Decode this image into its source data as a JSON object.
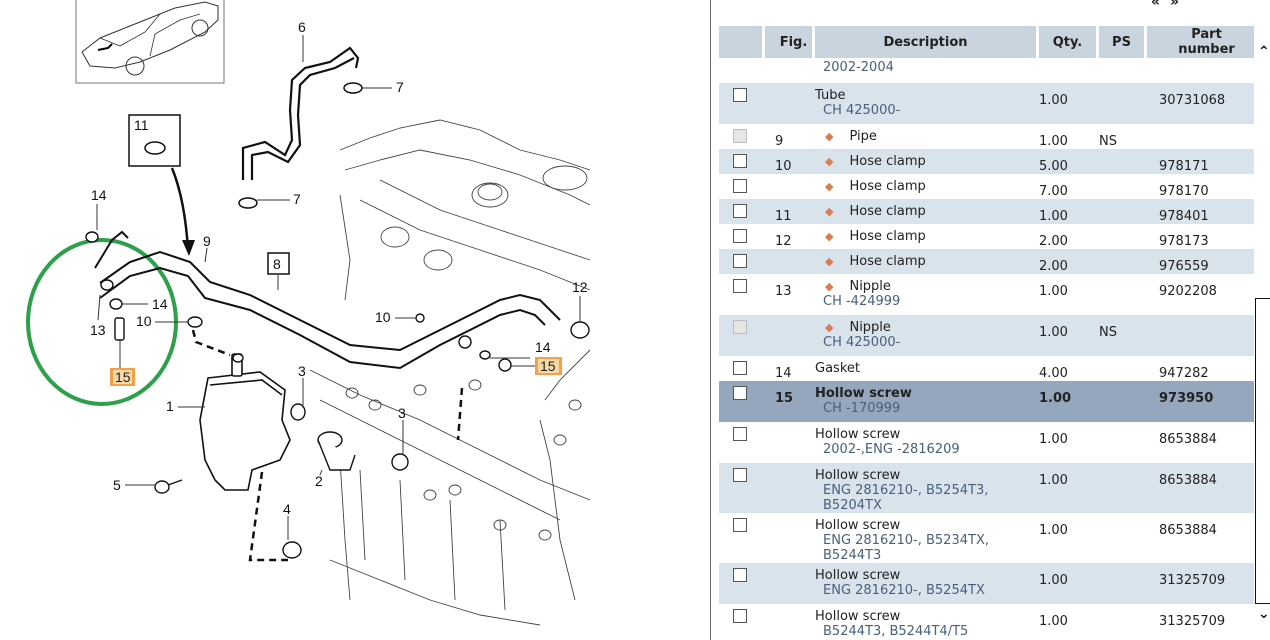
{
  "diagram": {
    "callouts": {
      "c1": "1",
      "c2": "2",
      "c3a": "3",
      "c3b": "3",
      "c4": "4",
      "c5": "5",
      "c6": "6",
      "c7a": "7",
      "c7b": "7",
      "c8": "8",
      "c9": "9",
      "c10a": "10",
      "c10b": "10",
      "c11": "11",
      "c12": "12",
      "c13": "13",
      "c14a": "14",
      "c14b": "14",
      "c14c": "14",
      "c15a": "15",
      "c15b": "15"
    },
    "highlight_color": "#2ea04a",
    "callout_highlight_color": "#f0a04a"
  },
  "panel": {
    "pager": {
      "prev": "«",
      "next": "»"
    },
    "columns": [
      "",
      "Fig.",
      "Description",
      "Qty.",
      "PS",
      "Part\nnumber"
    ],
    "column_labels": {
      "fig": "Fig.",
      "desc": "Description",
      "qty": "Qty.",
      "ps": "PS",
      "part_line1": "Part",
      "part_line2": "number"
    },
    "continuation_note": "2002-2004",
    "rows": [
      {
        "fig": "",
        "bullet": false,
        "desc": "Tube",
        "sub": "CH 425000-",
        "qty": "1.00",
        "ps": "",
        "part": "30731068",
        "disabled": false
      },
      {
        "fig": "9",
        "bullet": true,
        "desc": "Pipe",
        "sub": "",
        "qty": "1.00",
        "ps": "NS",
        "part": "",
        "disabled": true
      },
      {
        "fig": "10",
        "bullet": true,
        "desc": "Hose clamp",
        "sub": "",
        "qty": "5.00",
        "ps": "",
        "part": "978171",
        "disabled": false
      },
      {
        "fig": "",
        "bullet": true,
        "desc": "Hose clamp",
        "sub": "",
        "qty": "7.00",
        "ps": "",
        "part": "978170",
        "disabled": false
      },
      {
        "fig": "11",
        "bullet": true,
        "desc": "Hose clamp",
        "sub": "",
        "qty": "1.00",
        "ps": "",
        "part": "978401",
        "disabled": false
      },
      {
        "fig": "12",
        "bullet": true,
        "desc": "Hose clamp",
        "sub": "",
        "qty": "2.00",
        "ps": "",
        "part": "978173",
        "disabled": false
      },
      {
        "fig": "",
        "bullet": true,
        "desc": "Hose clamp",
        "sub": "",
        "qty": "2.00",
        "ps": "",
        "part": "976559",
        "disabled": false
      },
      {
        "fig": "13",
        "bullet": true,
        "desc": "Nipple",
        "sub": "CH -424999",
        "qty": "1.00",
        "ps": "",
        "part": "9202208",
        "disabled": false
      },
      {
        "fig": "",
        "bullet": true,
        "desc": "Nipple",
        "sub": "CH 425000-",
        "qty": "1.00",
        "ps": "NS",
        "part": "",
        "disabled": true
      },
      {
        "fig": "14",
        "bullet": false,
        "desc": "Gasket",
        "sub": "",
        "qty": "4.00",
        "ps": "",
        "part": "947282",
        "disabled": false
      },
      {
        "fig": "15",
        "bullet": false,
        "desc": "Hollow screw",
        "sub": "CH -170999",
        "qty": "1.00",
        "ps": "",
        "part": "973950",
        "disabled": false,
        "selected": true
      },
      {
        "fig": "",
        "bullet": false,
        "desc": "Hollow screw",
        "sub": "2002-,ENG -2816209",
        "qty": "1.00",
        "ps": "",
        "part": "8653884",
        "disabled": false
      },
      {
        "fig": "",
        "bullet": false,
        "desc": "Hollow screw",
        "sub": "ENG 2816210-, B5254T3, B5204TX",
        "qty": "1.00",
        "ps": "",
        "part": "8653884",
        "disabled": false
      },
      {
        "fig": "",
        "bullet": false,
        "desc": "Hollow screw",
        "sub": "ENG 2816210-, B5234TX, B5244T3",
        "qty": "1.00",
        "ps": "",
        "part": "8653884",
        "disabled": false
      },
      {
        "fig": "",
        "bullet": false,
        "desc": "Hollow screw",
        "sub": "ENG 2816210-, B5254TX",
        "qty": "1.00",
        "ps": "",
        "part": "31325709",
        "disabled": false
      },
      {
        "fig": "",
        "bullet": false,
        "desc": "Hollow screw",
        "sub": "B5244T3, B5244T4/T5",
        "qty": "1.00",
        "ps": "",
        "part": "31325709",
        "disabled": false
      }
    ],
    "scroll": {
      "up_icon": "^",
      "down_icon": "v"
    },
    "colors": {
      "header_bg": "#c9d4de",
      "alt_row_bg": "#d9e3ec",
      "selected_row_bg": "#94a7bd",
      "bullet": "#e07a4c"
    }
  }
}
